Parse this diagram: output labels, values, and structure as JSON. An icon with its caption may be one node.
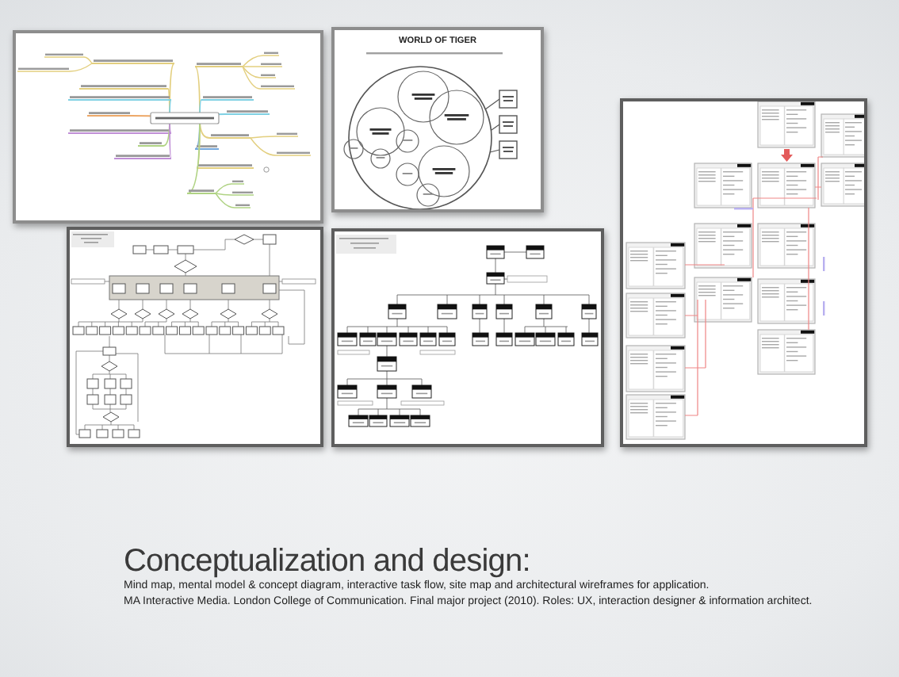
{
  "diagram": {
    "title": "Conceptualization and design:",
    "nodes": [
      {
        "text": [],
        "shape": "picture"
      },
      {
        "text": [
          "WORLD OF TIGER"
        ]
      },
      {
        "text": [],
        "shape": "picture"
      },
      {
        "text": [],
        "shape": "picture"
      },
      {
        "text": [],
        "shape": "picture"
      }
    ],
    "labels": [
      "Mind map, mental model & concept diagram, interactive task flow, site map and architectural wireframes for application.",
      "MA Interactive Media. London College of Communication. Final major project (2010). Roles: UX, interaction designer & information architect."
    ]
  }
}
